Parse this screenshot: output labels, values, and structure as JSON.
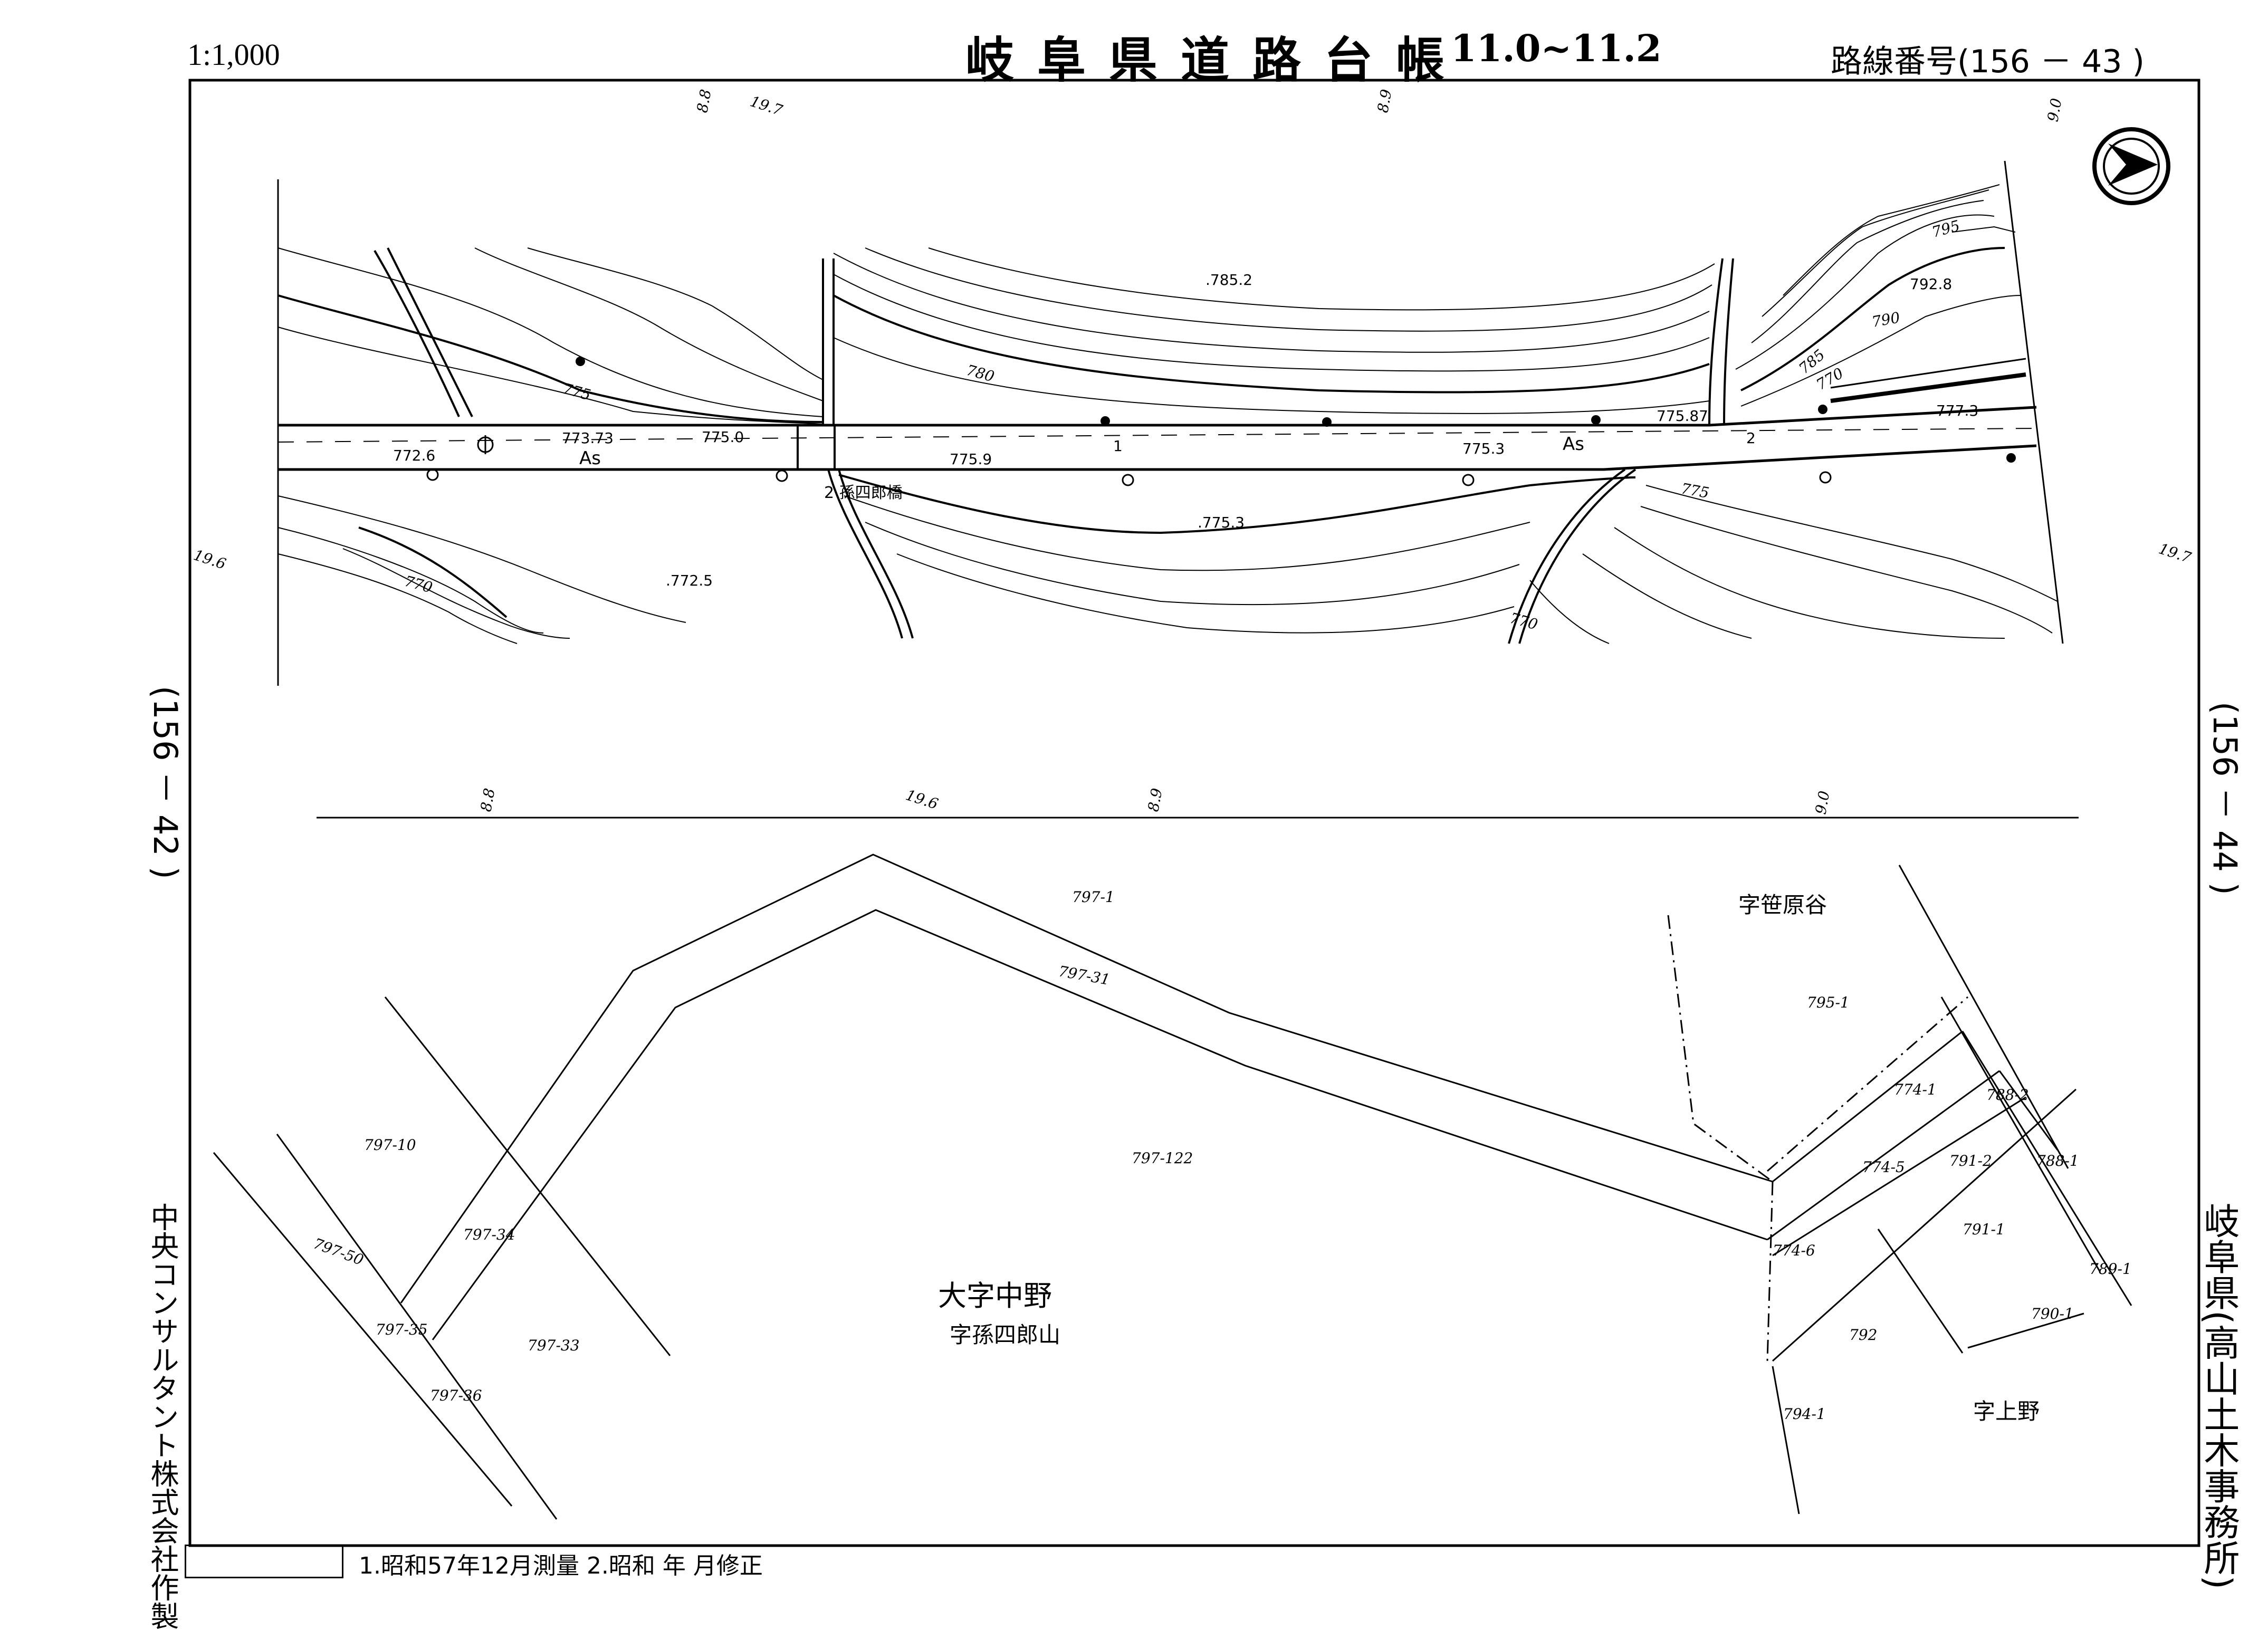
{
  "header": {
    "scale": "1:1,000",
    "title": "岐阜県道路台帳",
    "range": "11.0~11.2",
    "route_label": "路線番号(156 － 43 )"
  },
  "side": {
    "left_ref": "(156 － 42 )",
    "right_ref": "(156 － 44 )",
    "left_maker": "中央コンサルタント株式会社作製",
    "right_office": "岐阜県(高山土木事務所)"
  },
  "footer": {
    "note": "1.昭和57年12月測量 2.昭和 年 月修正"
  },
  "plan": {
    "station_top_1": "8.8",
    "station_top_1b": "19.7",
    "station_top_2": "8.9",
    "station_top_3": "9.0",
    "edge_left": "19.6",
    "edge_right": "19.7",
    "contours": [
      "775",
      "780",
      "785",
      "790",
      "795",
      "770",
      "775",
      "770",
      "770"
    ],
    "spot": [
      ".785.2",
      "792.8",
      "773.73",
      "775.0",
      "775.9",
      "775.87",
      "777.3",
      "772.6",
      "775.3",
      ".775.3",
      ".772.5"
    ],
    "pavement": [
      "As",
      "As"
    ],
    "bridge": "2 孫四郎橋",
    "road_marks": [
      "1",
      "2"
    ]
  },
  "parcel": {
    "stations": [
      "8.8",
      "19.6",
      "8.9",
      "9.0"
    ],
    "lots": [
      "797-1",
      "797-31",
      "797-122",
      "797-10",
      "797-50",
      "797-34",
      "797-35",
      "797-33",
      "797-36",
      "795-1",
      "774-1",
      "788-2",
      "774-5",
      "791-2",
      "788-1",
      "791-1",
      "774-6",
      "789-1",
      "790-1",
      "792",
      "794-1"
    ],
    "places": [
      "字笹原谷",
      "大字中野",
      "字孫四郎山",
      "字上野"
    ]
  }
}
